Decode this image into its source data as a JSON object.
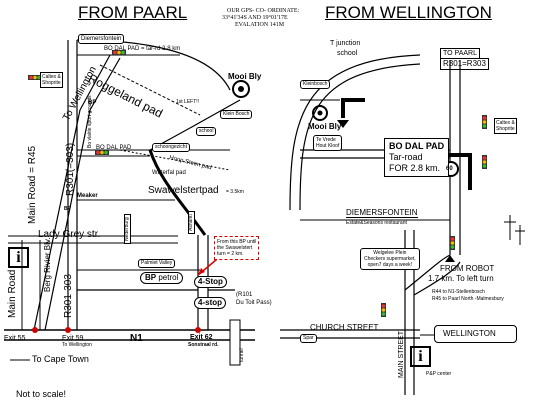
{
  "left": {
    "heading": "FROM PAARL",
    "gps_line1": "OUR GPS- CO- ORDINATE:",
    "gps_line2": "33°41'34S  AND  19°01'17E",
    "gps_line3": "EVALATION 141M",
    "diemersfontein": "Diemersfontein",
    "bo_dal_pad_top": "BO DAL PAD = tar-rd  2.8 km",
    "caltex": "Caltex &",
    "shoprite": "Shoprite",
    "to_wellington": "To Wellington",
    "roggeland": "Roggeland pad",
    "mooi_bly": "Mooi Bly",
    "first_left": "1st LEFT!!",
    "klein_bosch": "Klein Bosch",
    "school": "school",
    "schoongezicht": "schoongezicht",
    "bp_top": "BP",
    "bo_dal_pad_mid": "BO DAL PAD",
    "hoop_steen": "Hoop Steen pad",
    "waterfal": "Waterfal pad",
    "bo_vlakte": "Bo vlakte sport grounds",
    "r301_303": "R301(=303)",
    "main_road": "Main Road = R45",
    "swawel": "Swawelstertpad",
    "swawel_dist": "= 3.5km",
    "meaker": "Meaker",
    "bp_mid": "BP",
    "nederburg": "Nederburg",
    "ashanti": "Ashanti",
    "lady_grey": "Lady Grey str.",
    "note1": "From this BP until",
    "note2": "the Swawelstert",
    "note3": "turn = 2 km.",
    "berg_rivier": "Berg Rivier Blv.",
    "r301_303b": "R301-303",
    "palmiet": "Palmiet Valley",
    "bp_petrol_bp": "BP",
    "bp_petrol": "petrol",
    "four_stop_a": "4-Stop",
    "four_stop_b": "4-stop",
    "r101": "(R101",
    "du_toit": "Du Toit Pass)",
    "main_road_low": "Main Road",
    "exit55": "Exit 55",
    "exit59": "Exit 59",
    "exit59_sub": "To Wellington",
    "n1": "N1",
    "exit62": "Exit 62",
    "exit62_sub": "Sonstraal rd.",
    "tunnel": "tunnel",
    "to_cape_town": "To Cape Town"
  },
  "right": {
    "heading": "FROM WELLINGTON",
    "t_junction1": "T junction",
    "t_junction2": "school",
    "to_paarl": "TO PAARL",
    "r301_303": "R301=R303",
    "kleinbosch": "Kleinbosch",
    "caltex": "Caltex &",
    "shoprite": "Shoprite",
    "mooi_bly": "Mooi Bly",
    "te_vrede1": "Te Vrede",
    "te_vrede2": "Hout Kloof",
    "bo_dal_pad": "BO DAL PAD",
    "tar_road": "Tar-road",
    "for_dist": "FOR 2.8 km.",
    "speed": "60",
    "diemersfontein": "DIEMERSFONTEIN",
    "estate": "Estate&Seasons restaurant",
    "welgelee1": "Welgelee Plein",
    "welgelee2": "Checkers supermarket,",
    "welgelee3": "open7 days a week!",
    "from_robot": "FROM ROBOT",
    "from_robot2": "1.7 km. To left  turn",
    "r44": "R44 to N1-Stellenbosch",
    "r45": "R45 to Paarl North -Malmesbury",
    "church": "CHURCH STREET",
    "spar": "Spar",
    "main_street": "MAIN STREET",
    "wellington": "WELLINGTON",
    "pp": "P&P center"
  },
  "footer": {
    "not_to_scale": "Not to scale!"
  },
  "info_symbol": "i"
}
